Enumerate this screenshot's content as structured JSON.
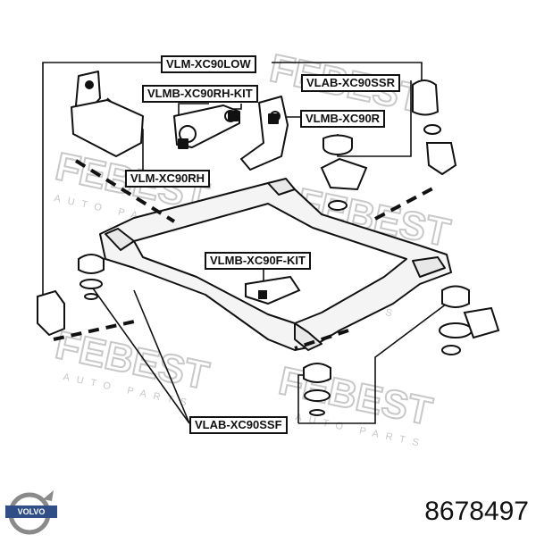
{
  "labels": {
    "xc90low": "VLM-XC90LOW",
    "xc90ssr": "VLAB-XC90SSR",
    "xc90rhkit": "VLMB-XC90RH-KIT",
    "xc90r": "VLMB-XC90R",
    "xc90rh": "VLM-XC90RH",
    "xc90fkit": "VLMB-XC90F-KIT",
    "xc90ssf": "VLAB-XC90SSF"
  },
  "watermark": {
    "brand": "FEBEST",
    "tagline": "AUTO PARTS"
  },
  "logo": {
    "brand": "VOLVO"
  },
  "part_number": "8678497",
  "colors": {
    "line": "#111111",
    "watermark": "#c8c8c8",
    "frame_fill": "#f4f4f4",
    "logo_blue": "#2f4f86"
  }
}
